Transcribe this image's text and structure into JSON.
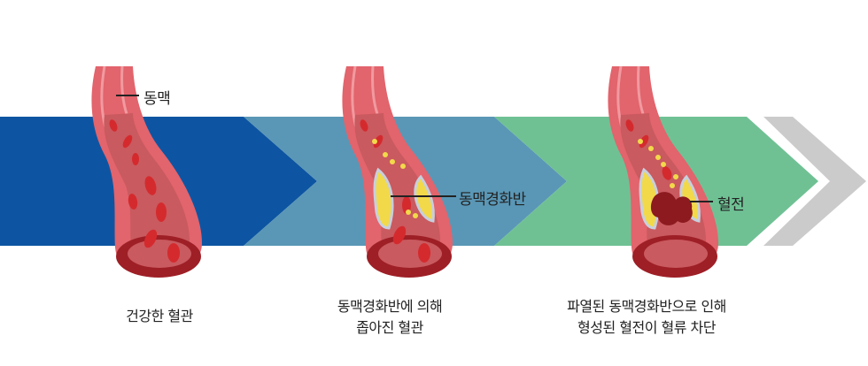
{
  "stages": [
    {
      "caption_lines": [
        "건강한 혈관"
      ]
    },
    {
      "caption_lines": [
        "동맥경화반에 의해",
        "좁아진 혈관"
      ]
    },
    {
      "caption_lines": [
        "파열된 동맥경화반으로 인해",
        "형성된 혈전이 혈류 차단"
      ]
    }
  ],
  "callouts": {
    "artery": "동맥",
    "plaque": "동맥경화반",
    "thrombus": "혈전"
  },
  "colors": {
    "arrow_1": "#0d55a2",
    "arrow_2": "#5a97b6",
    "arrow_3": "#6fc194",
    "arrow_end": "#cbcbcb",
    "vessel_outer": "#e2646c",
    "vessel_lumen": "#c95a5f",
    "vessel_cut": "#9e1f26",
    "rbc": "#d42a2e",
    "plaque": "#f2d94a",
    "thrombus": "#8c1a1e"
  }
}
